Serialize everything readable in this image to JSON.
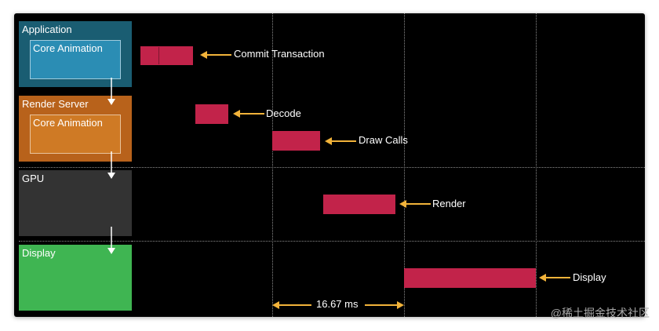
{
  "pipeline": {
    "application": {
      "label": "Application",
      "inner_label": "Core Animation",
      "color": "#1a5d72",
      "inner_color": "#2b8db4"
    },
    "render_server": {
      "label": "Render Server",
      "inner_label": "Core Animation",
      "color": "#b8621b",
      "inner_color": "#cf7a25"
    },
    "gpu": {
      "label": "GPU",
      "color": "#333333"
    },
    "display": {
      "label": "Display",
      "color": "#3fb552"
    }
  },
  "timeline": {
    "bar_color": "#c2234a",
    "arrow_color": "#f2b33a",
    "steps": [
      {
        "label": "Commit Transaction"
      },
      {
        "label": "Decode"
      },
      {
        "label": "Draw Calls"
      },
      {
        "label": "Render"
      },
      {
        "label": "Display"
      }
    ],
    "frame_interval": "16.67 ms"
  },
  "watermark": "@稀土掘金技术社区"
}
